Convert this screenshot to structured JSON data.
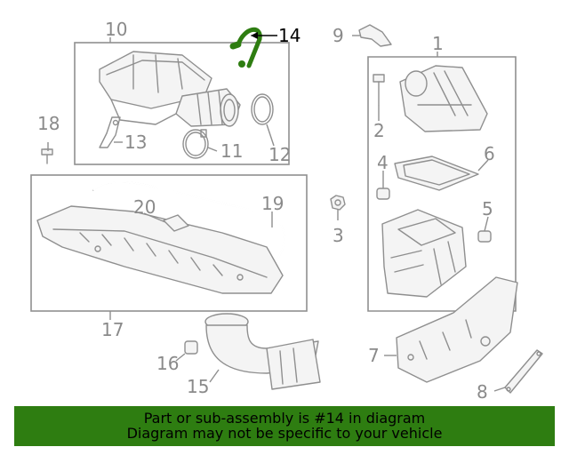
{
  "callouts": [
    {
      "id": "c1",
      "text": "1"
    },
    {
      "id": "c2",
      "text": "2"
    },
    {
      "id": "c3",
      "text": "3"
    },
    {
      "id": "c4",
      "text": "4"
    },
    {
      "id": "c5",
      "text": "5"
    },
    {
      "id": "c6",
      "text": "6"
    },
    {
      "id": "c7",
      "text": "7"
    },
    {
      "id": "c8",
      "text": "8"
    },
    {
      "id": "c9",
      "text": "9"
    },
    {
      "id": "c10",
      "text": "10"
    },
    {
      "id": "c11",
      "text": "11"
    },
    {
      "id": "c12",
      "text": "12"
    },
    {
      "id": "c13",
      "text": "13"
    },
    {
      "id": "c14",
      "text": "14"
    },
    {
      "id": "c15",
      "text": "15"
    },
    {
      "id": "c16",
      "text": "16"
    },
    {
      "id": "c17",
      "text": "17"
    },
    {
      "id": "c18",
      "text": "18"
    },
    {
      "id": "c19",
      "text": "19"
    },
    {
      "id": "c20",
      "text": "20"
    }
  ],
  "highlighted_part": "14",
  "colors": {
    "highlight": "#2e7d11",
    "line": "#8f8f8f",
    "banner_bg": "#2e7d11"
  },
  "banner": {
    "line1": "Part or sub-assembly is #14 in diagram",
    "line2": "Diagram may not be specific to your vehicle"
  }
}
